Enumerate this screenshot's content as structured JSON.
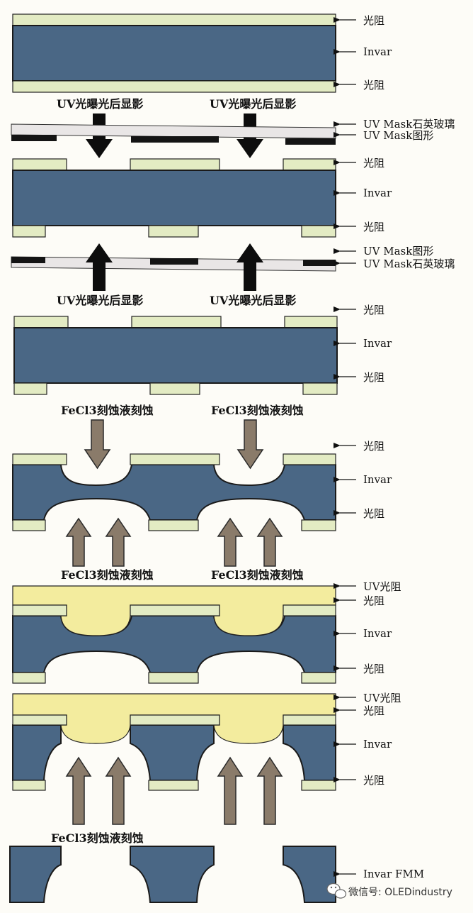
{
  "step1": {
    "top": "光阻",
    "mid": "Invar",
    "bottom": "光阻"
  },
  "step2": {
    "caption_left": "UV光曝光后显影",
    "caption_right": "UV光曝光后显影",
    "glass": "UV Mask石英玻璃",
    "pattern": "UV Mask图形",
    "top": "光阻",
    "mid": "Invar",
    "bottom": "光阻"
  },
  "step3": {
    "pattern": "UV Mask图形",
    "glass": "UV Mask石英玻璃",
    "caption_left": "UV光曝光后显影",
    "caption_right": "UV光曝光后显影"
  },
  "step4": {
    "top": "光阻",
    "mid": "Invar",
    "bottom": "光阻"
  },
  "step5": {
    "caption_top_left": "FeCl3刻蚀液刻蚀",
    "caption_top_right": "FeCl3刻蚀液刻蚀",
    "top": "光阻",
    "mid": "Invar",
    "bottom": "光阻",
    "caption_bottom_left": "FeCl3刻蚀液刻蚀",
    "caption_bottom_right": "FeCl3刻蚀液刻蚀"
  },
  "step6": {
    "uv": "UV光阻",
    "top": "光阻",
    "mid": "Invar",
    "bottom": "光阻"
  },
  "step7": {
    "uv": "UV光阻",
    "top": "光阻",
    "mid": "Invar",
    "bottom": "光阻"
  },
  "step8": {
    "caption": "FeCl3刻蚀液刻蚀",
    "label": "Invar FMM"
  },
  "watermark": {
    "text": "微信号: OLEDindustry",
    "icon": "wechat-icon"
  }
}
